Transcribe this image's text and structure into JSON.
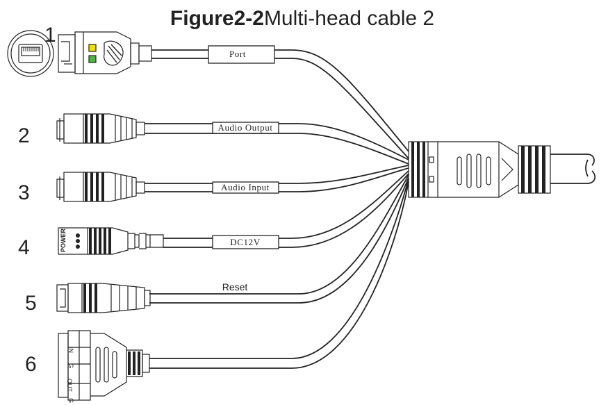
{
  "title": {
    "bold_part": "Figure2-2",
    "regular_part": "Multi-head cable 2"
  },
  "connectors": [
    {
      "number": "1",
      "label": "Port"
    },
    {
      "number": "2",
      "label": "Audio Output"
    },
    {
      "number": "3",
      "label": "Audio Input"
    },
    {
      "number": "4",
      "label": "DC12V",
      "jack_text": "POWER"
    },
    {
      "number": "5",
      "label": "Reset"
    },
    {
      "number": "6",
      "pins": [
        "IN",
        "G",
        "OUT",
        "G"
      ]
    }
  ],
  "colors": {
    "led_yellow": "#f2e000",
    "led_green": "#4cb83a",
    "line": "#222222"
  }
}
